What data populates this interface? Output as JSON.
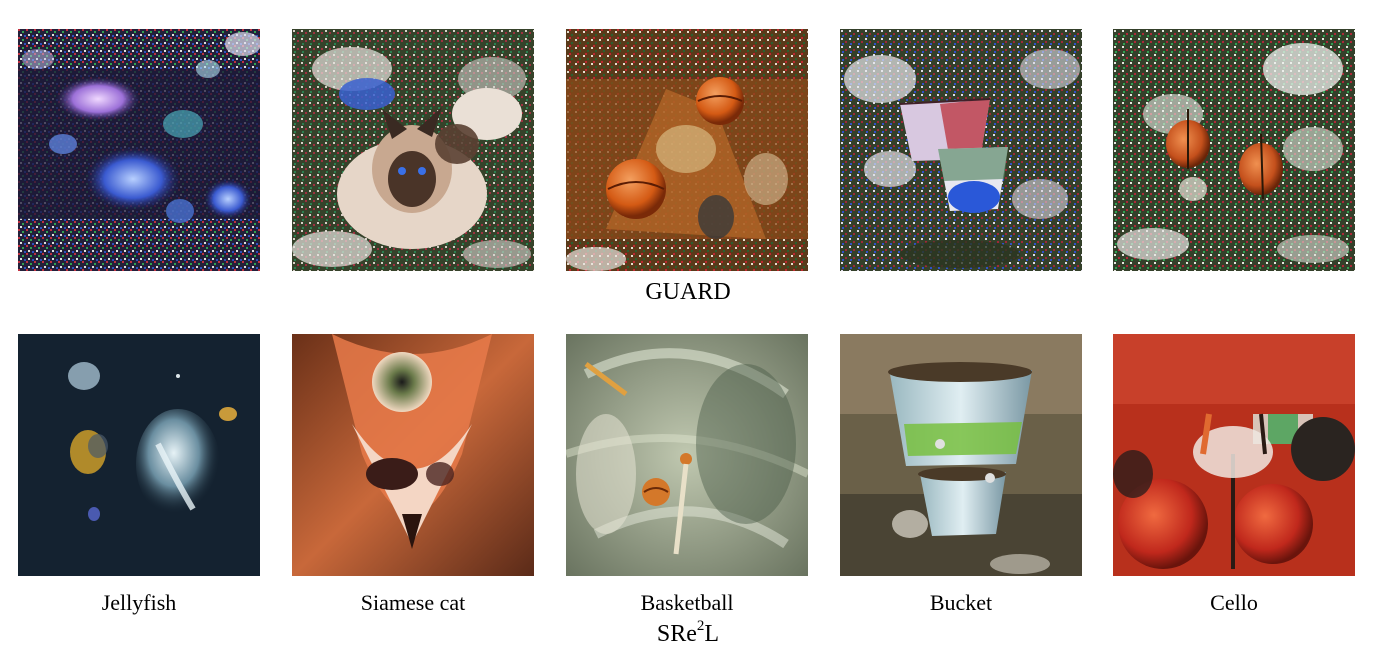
{
  "rows": {
    "guard": {
      "label": "GUARD"
    },
    "sre2l": {
      "label_prefix": "SRe",
      "label_sup": "2",
      "label_suffix": "L"
    }
  },
  "classes": [
    "Jellyfish",
    "Siamese cat",
    "Basketball",
    "Bucket",
    "Cello"
  ],
  "images": {
    "guard": [
      {
        "subject": "jellyfish",
        "dominant_colors": [
          "#1b1636",
          "#3a54c8",
          "#d6a6e6"
        ]
      },
      {
        "subject": "siamese cat",
        "dominant_colors": [
          "#2f3a22",
          "#e8dcd0",
          "#2a3b7a"
        ]
      },
      {
        "subject": "basketball",
        "dominant_colors": [
          "#7a3a10",
          "#e0701c",
          "#d8c49a"
        ]
      },
      {
        "subject": "bucket",
        "dominant_colors": [
          "#2d3b22",
          "#d8d6e6",
          "#2f5fd0"
        ]
      },
      {
        "subject": "cello",
        "dominant_colors": [
          "#2f3a22",
          "#c8582a",
          "#e6e8e0"
        ]
      }
    ],
    "sre2l": [
      {
        "subject": "jellyfish",
        "dominant_colors": [
          "#142230",
          "#cfe0ea",
          "#b08a2a"
        ]
      },
      {
        "subject": "siamese cat",
        "dominant_colors": [
          "#a8512a",
          "#f0c0a8",
          "#3a1c14"
        ]
      },
      {
        "subject": "basketball",
        "dominant_colors": [
          "#8a9478",
          "#d8dcc4",
          "#c8762a"
        ]
      },
      {
        "subject": "bucket",
        "dominant_colors": [
          "#6a6048",
          "#c0d8e0",
          "#78c040"
        ]
      },
      {
        "subject": "cello",
        "dominant_colors": [
          "#b8301c",
          "#e86a3a",
          "#2a2420"
        ]
      }
    ]
  }
}
